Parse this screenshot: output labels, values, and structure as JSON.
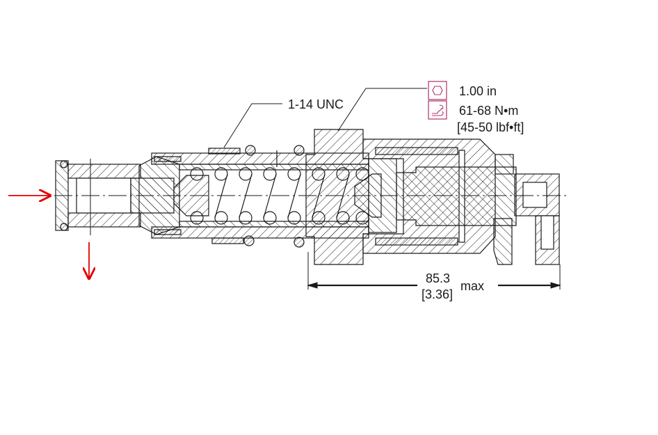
{
  "callouts": {
    "thread": "1-14 UNC",
    "hex_size": "1.00 in",
    "torque_metric": "61-68 N•m",
    "torque_imperial": "[45-50 lbf•ft]"
  },
  "dimension": {
    "value_mm": "85.3",
    "value_in": "[3.36]",
    "qualifier": "max"
  },
  "icons": [
    "hex-nut-icon",
    "wrench-icon"
  ],
  "colors": {
    "flow_arrow": "#e00000",
    "icon_frame": "#b0306a",
    "line": "#1a1a1a"
  }
}
